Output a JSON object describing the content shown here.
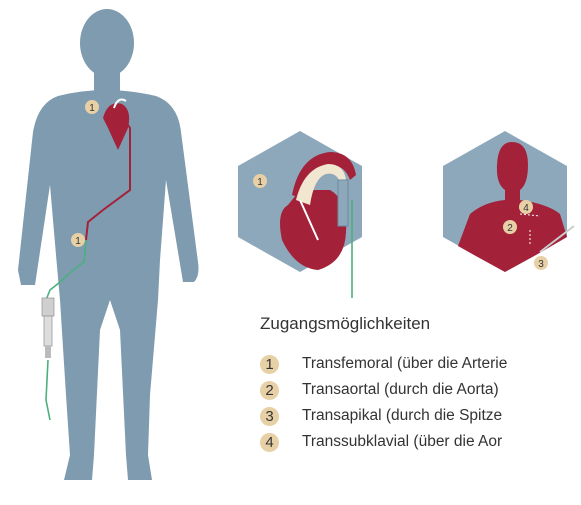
{
  "figure": {
    "heading": "Zugangsmöglichkeiten",
    "markers": {
      "body_upper": "1",
      "body_lower": "1",
      "hex_heart": "1",
      "hex_torso_a": "4",
      "hex_torso_b": "2",
      "hex_torso_c": "3"
    },
    "access_list": [
      {
        "number": "1",
        "text": "Transfemoral (über die Arterie"
      },
      {
        "number": "2",
        "text": "Transaortal (durch die Aorta)"
      },
      {
        "number": "3",
        "text": "Transapikal (durch die Spitze"
      },
      {
        "number": "4",
        "text": "Transsubklavial (über die Aor"
      }
    ]
  },
  "colors": {
    "body": "#7f9bb0",
    "heart": "#a4213a",
    "hexagon": "#8ea8bb",
    "catheter": "#4caf7d",
    "marker": "#e8d0a6"
  }
}
